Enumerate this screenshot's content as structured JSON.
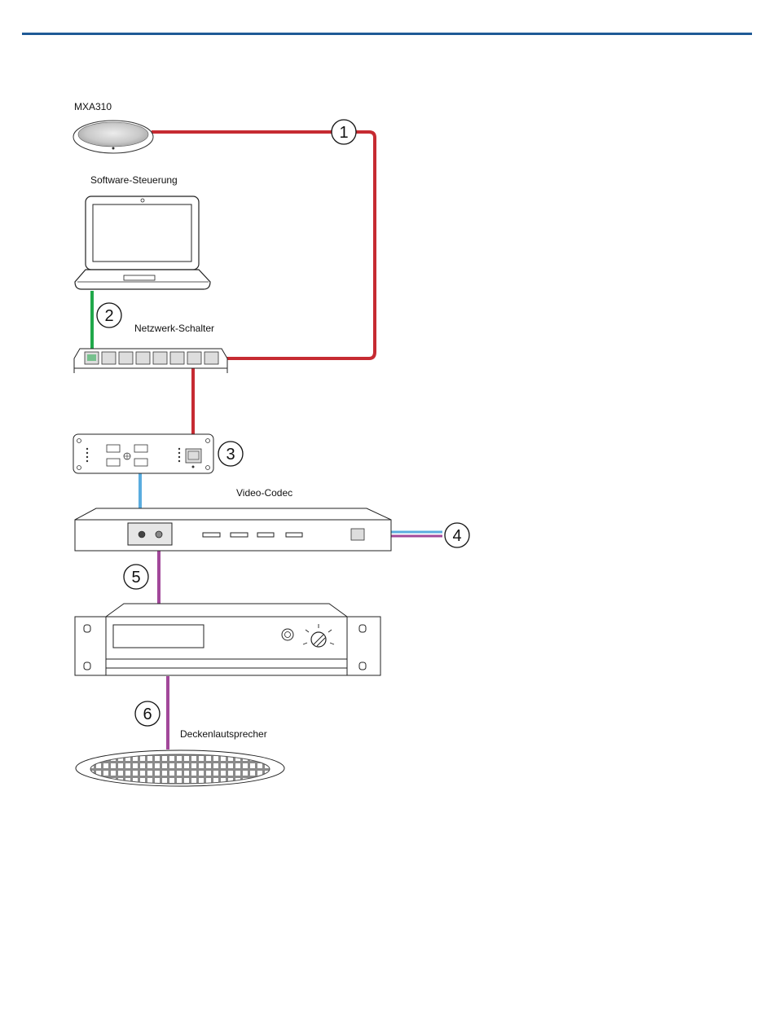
{
  "labels": {
    "mic": "MXA310",
    "laptop": "Software-Steuerung",
    "switch": "Netzwerk-Schalter",
    "codec": "Video-Codec",
    "speaker": "Deckenlautsprecher"
  },
  "callouts": [
    "1",
    "2",
    "3",
    "4",
    "5",
    "6"
  ],
  "colors": {
    "rule": "#1f5a96",
    "network_cable": "#c62b32",
    "control_cable": "#20a84a",
    "audio_in_cable": "#5aacdf",
    "audio_out_cable": "#a2489a"
  }
}
